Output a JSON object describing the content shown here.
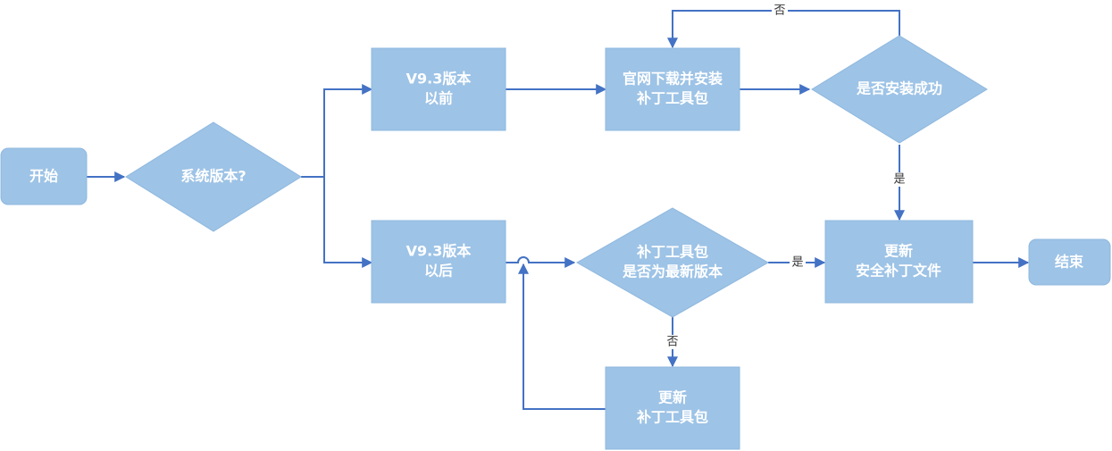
{
  "colors": {
    "node_fill": "#9dc3e6",
    "node_stroke": "#8fb8df",
    "edge": "#4472c4",
    "text": "#ffffff",
    "edge_label": "#333333",
    "background": "#ffffff"
  },
  "nodes": {
    "start": {
      "label": "开始"
    },
    "version_check": {
      "label": "系统版本?"
    },
    "before_v93": {
      "line1": "V9.3版本",
      "line2": "以前"
    },
    "after_v93": {
      "line1": "V9.3版本",
      "line2": "以后"
    },
    "download_install": {
      "line1": "官网下载并安装",
      "line2": "补丁工具包"
    },
    "install_success": {
      "label": "是否安装成功"
    },
    "latest_check": {
      "line1": "补丁工具包",
      "line2": "是否为最新版本"
    },
    "update_tool": {
      "line1": "更新",
      "line2": "补丁工具包"
    },
    "update_patch": {
      "line1": "更新",
      "line2": "安全补丁文件"
    },
    "end": {
      "label": "结束"
    }
  },
  "edge_labels": {
    "install_fail_no": "否",
    "install_success_yes": "是",
    "latest_yes": "是",
    "latest_no": "否"
  }
}
